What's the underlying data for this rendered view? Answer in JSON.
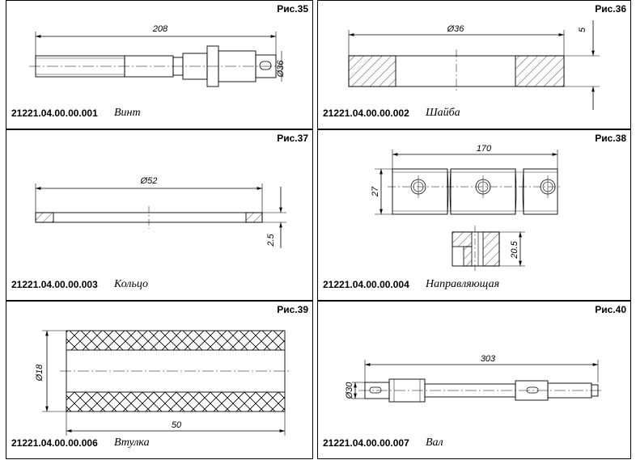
{
  "cells": [
    {
      "fig": "Рис.35",
      "code": "21221.04.00.00.001",
      "name": "Винт",
      "dims": [
        "208",
        "Ø36"
      ]
    },
    {
      "fig": "Рис.36",
      "code": "21221.04.00.00.002",
      "name": "Шайба",
      "dims": [
        "Ø36",
        "5"
      ]
    },
    {
      "fig": "Рис.37",
      "code": "21221.04.00.00.003",
      "name": "Кольцо",
      "dims": [
        "Ø52",
        "2.5"
      ]
    },
    {
      "fig": "Рис.38",
      "code": "21221.04.00.00.004",
      "name": "Направляющая",
      "dims": [
        "170",
        "27",
        "20.5"
      ]
    },
    {
      "fig": "Рис.39",
      "code": "21221.04.00.00.006",
      "name": "Втулка",
      "dims": [
        "Ø18",
        "50"
      ]
    },
    {
      "fig": "Рис.40",
      "code": "21221.04.00.00.007",
      "name": "Вал",
      "dims": [
        "303",
        "Ø30"
      ]
    }
  ]
}
